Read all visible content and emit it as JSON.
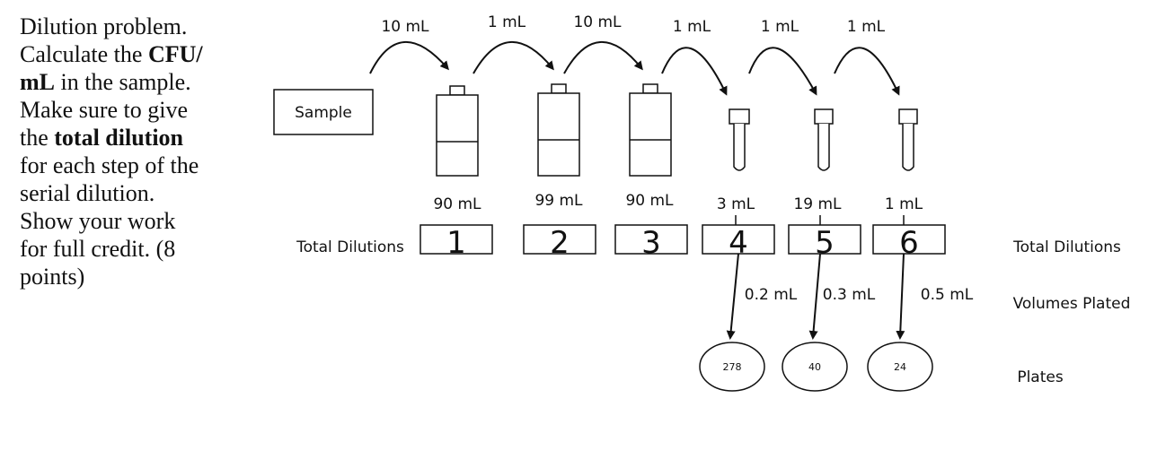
{
  "problem": {
    "line1": "Dilution problem.",
    "line2a": "Calculate the ",
    "line2b": "CFU/",
    "line3a": "mL",
    "line3b": " in the sample.",
    "line4": "Make sure to give",
    "line5a": "the ",
    "line5b": "total dilution",
    "line6": "for each step of the",
    "line7": "serial dilution.",
    "line8": "Show your work",
    "line9": "for full credit. (8",
    "line10": "points)"
  },
  "diagram": {
    "sample_label": "Sample",
    "transfers": [
      "10 mL",
      "1 mL",
      "10 mL",
      "1 mL",
      "1 mL",
      "1 mL"
    ],
    "diluent_volumes": [
      "90 mL",
      "99 mL",
      "90 mL",
      "3 mL",
      "19 mL",
      "1 mL"
    ],
    "step_numbers": [
      "1",
      "2",
      "3",
      "4",
      "5",
      "6"
    ],
    "total_dilutions_left": "Total Dilutions",
    "total_dilutions_right": "Total Dilutions",
    "volumes_plated": [
      "0.2 mL",
      "0.3 mL",
      "0.5 mL"
    ],
    "volumes_plated_label": "Volumes Plated",
    "plate_counts": [
      "278",
      "40",
      "24"
    ],
    "plates_label": "Plates"
  }
}
